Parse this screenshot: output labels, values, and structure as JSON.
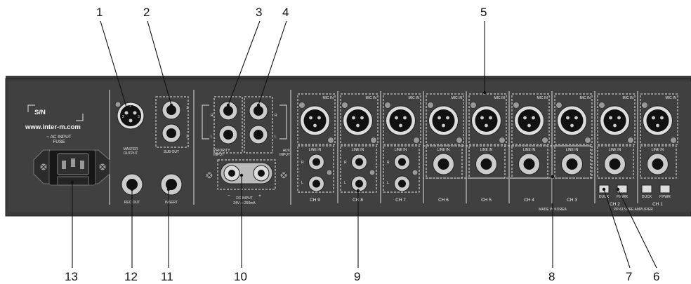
{
  "diagram": {
    "callouts": [
      "1",
      "2",
      "3",
      "4",
      "5",
      "6",
      "7",
      "8",
      "9",
      "10",
      "11",
      "12",
      "13"
    ],
    "panel_labels": {
      "sn": "S/N",
      "website": "www.inter-m.com",
      "ac_input": "~ AC INPUT",
      "fuse": "FUSE",
      "master_output": "MASTER",
      "master_output_2": "OUTPUT",
      "sub_out": "SUB OUT",
      "priority_input": "PRIORITY",
      "priority_input_2": "INPUT",
      "aux_input": "AUX",
      "aux_input_2": "INPUT",
      "rec_out": "REC OUT",
      "insert": "INSERT",
      "dc_input": "DC INPUT",
      "dc_spec": "24V ⎓ 250mA",
      "minus": "−",
      "plus": "+",
      "mic_in": "MIC IN",
      "line_in": "LINE IN",
      "made_in": "MADE IN KOREA",
      "model": "PP-613 PRE AMPLIFIER",
      "duck": "DUCK",
      "pwr": "P.PWR",
      "pin_r": "R",
      "pin_l": "L",
      "pin_1": "1",
      "pin_2": "2",
      "xlr_pin_1": "1",
      "xlr_pin_2": "2",
      "xlr_pin_3": "3"
    },
    "channels": [
      "CH 9",
      "CH 8",
      "CH 7",
      "CH 6",
      "CH 5",
      "CH 4",
      "CH 3",
      "CH 2",
      "CH 1"
    ]
  }
}
